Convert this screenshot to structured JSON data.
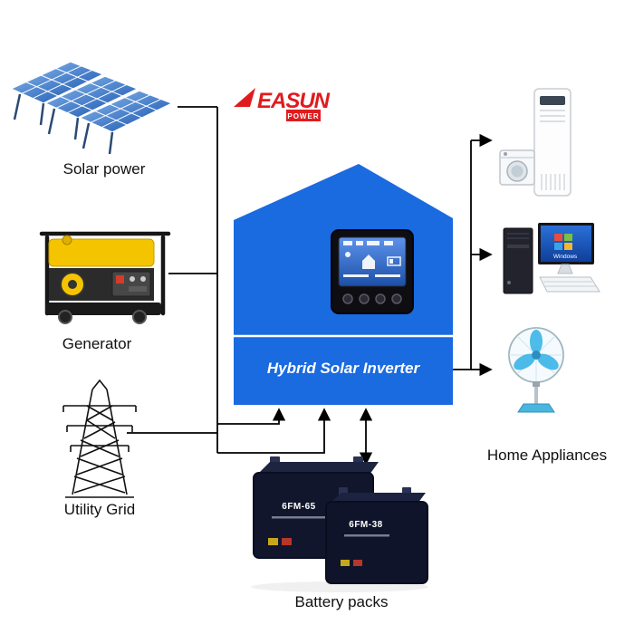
{
  "labels": {
    "solar": "Solar power",
    "generator": "Generator",
    "utility_grid": "Utility Grid",
    "battery": "Battery packs",
    "appliances": "Home Appliances",
    "inverter_title": "Hybrid Solar Inverter"
  },
  "logo": {
    "brand": "EASUN",
    "sub": "POWER"
  },
  "batteries": {
    "back_model": "6FM-65",
    "front_model": "6FM-38"
  },
  "monitor": {
    "os_label": "Windows"
  },
  "colors": {
    "inverter_blue": "#1a6ae0",
    "logo_red": "#e01b1e",
    "panel_blue": "#1a57b8",
    "fan_blue": "#45b8e8",
    "battery_navy": "#11162c",
    "line_black": "#000000"
  }
}
